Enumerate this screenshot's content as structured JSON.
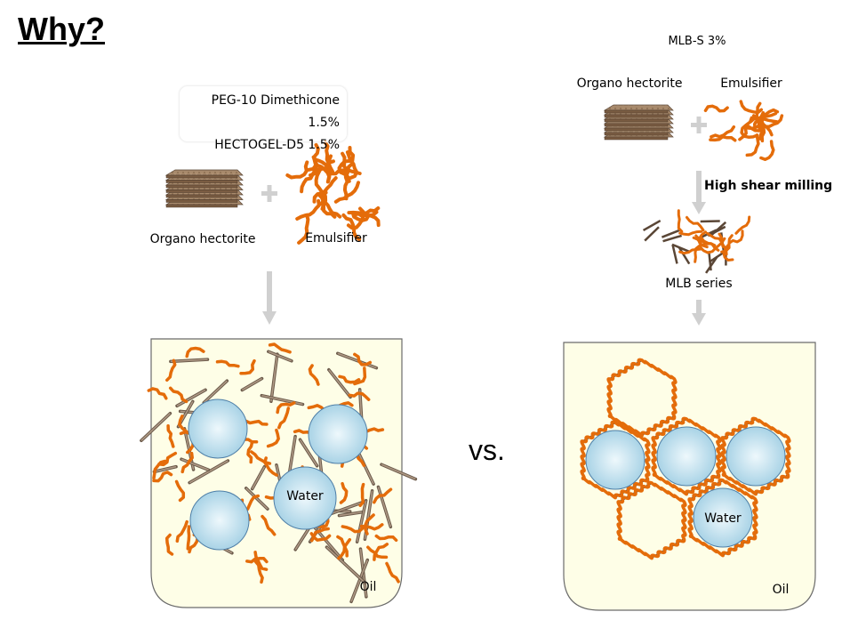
{
  "title": "Why?",
  "left": {
    "formula": [
      "PEG-10 Dimethicone 1.5%",
      "HECTOGEL-D5 1.5%"
    ],
    "hectorite_label": "Organo hectorite",
    "emulsifier_label": "Emulsifier",
    "water_label": "Water",
    "oil_label": "Oil"
  },
  "vs_label": "vs.",
  "right": {
    "formula": "MLB-S 3%",
    "hectorite_label": "Organo hectorite",
    "emulsifier_label": "Emulsifier",
    "process_label": "High shear milling",
    "product_label": "MLB series",
    "water_label": "Water",
    "oil_label": "Oil"
  },
  "colors": {
    "orange": "#e46c0a",
    "water": "#bcdfee",
    "oil": "#fefee7",
    "clay": "#a08064",
    "arrow": "#d0d0d0"
  }
}
